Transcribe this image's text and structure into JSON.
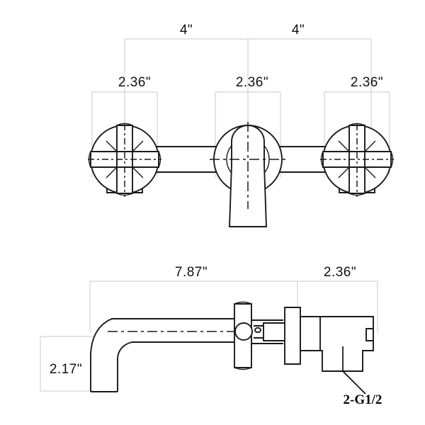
{
  "drawing": {
    "title": "Wall Mounted Faucet Dimension Drawing",
    "background_color": "#ffffff",
    "line_color": "#1a1a1a",
    "extension_line_color": "#c9c9c9",
    "views": [
      {
        "name": "front-elevation-view",
        "label": ""
      },
      {
        "name": "side-section-view",
        "label": ""
      }
    ]
  },
  "dimensions": {
    "top_view": {
      "spacing_left": "4\"",
      "spacing_right": "4\"",
      "handle_left_width": "2.36\"",
      "spout_flange_width": "2.36\"",
      "handle_right_width": "2.36\""
    },
    "bottom_view": {
      "spout_length": "7.87\"",
      "valve_depth": "2.36\"",
      "spout_drop": "2.17\""
    }
  },
  "annotations": {
    "thread_callout": "2-G1/2"
  }
}
